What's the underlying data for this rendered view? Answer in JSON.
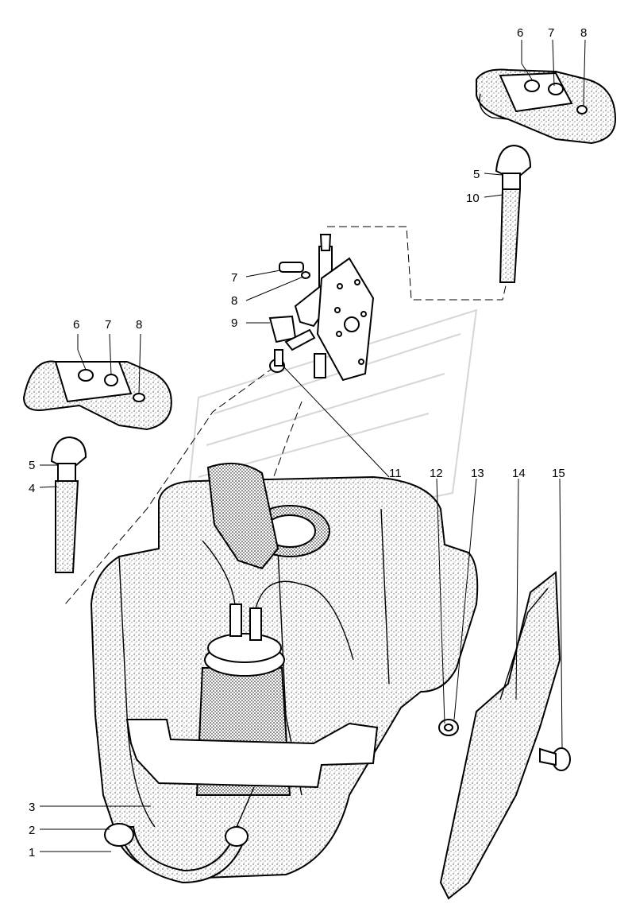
{
  "callouts": [
    {
      "id": "c6a",
      "label": "6"
    },
    {
      "id": "c7a",
      "label": "7"
    },
    {
      "id": "c8a",
      "label": "8"
    },
    {
      "id": "c5a",
      "label": "5"
    },
    {
      "id": "c10",
      "label": "10"
    },
    {
      "id": "c7b",
      "label": "7"
    },
    {
      "id": "c8b",
      "label": "8"
    },
    {
      "id": "c9",
      "label": "9"
    },
    {
      "id": "c6b",
      "label": "6"
    },
    {
      "id": "c7c",
      "label": "7"
    },
    {
      "id": "c8c",
      "label": "8"
    },
    {
      "id": "c5b",
      "label": "5"
    },
    {
      "id": "c4",
      "label": "4"
    },
    {
      "id": "c11",
      "label": "11"
    },
    {
      "id": "c12",
      "label": "12"
    },
    {
      "id": "c13",
      "label": "13"
    },
    {
      "id": "c14",
      "label": "14"
    },
    {
      "id": "c15",
      "label": "15"
    },
    {
      "id": "c3",
      "label": "3"
    },
    {
      "id": "c2",
      "label": "2"
    },
    {
      "id": "c1",
      "label": "1"
    }
  ]
}
